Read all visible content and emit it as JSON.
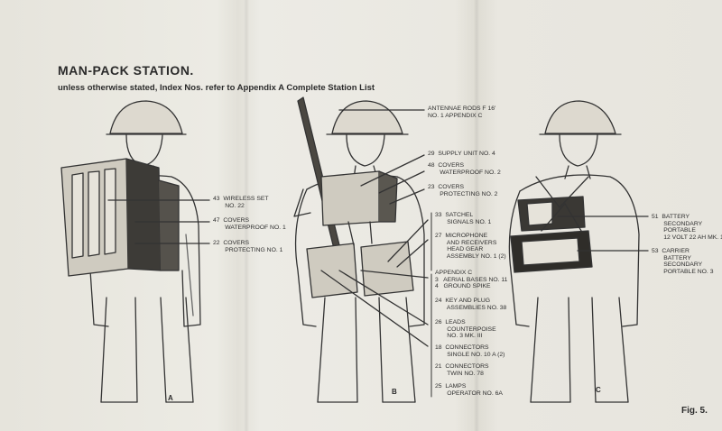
{
  "title": "MAN-PACK STATION.",
  "subtitle": "unless otherwise stated, Index Nos. refer to Appendix A Complete Station List",
  "figures": {
    "a": "A",
    "b": "B",
    "c": "C"
  },
  "figure_caption": "Fig. 5.",
  "callouts_a": [
    "43  WIRELESS SET\n       No. 22",
    "47  COVERS\n       WATERPROOF No. 1",
    "22  COVERS\n       PROTECTING No. 1"
  ],
  "callouts_b": [
    "ANTENNAE RODS F 16'\nNo. 1 APPENDIX C",
    "29  SUPPLY UNIT No. 4",
    "48  COVERS\n       WATERPROOF No. 2",
    "23  COVERS\n       PROTECTING No. 2",
    "33  SATCHEL\n       SIGNALS No. 1",
    "27  MICROPHONE\n       AND RECEIVERS\n       HEAD GEAR\n       ASSEMBLY No. 1 (2)",
    "APPENDIX C\n3   AERIAL BASES No. 11\n4   GROUND SPIKE",
    "24  KEY AND PLUG\n       ASSEMBLIES No. 38",
    "26  LEADS\n       COUNTERPOISE\n       No. 3 MK. III",
    "18  CONNECTORS\n       SINGLE No. 10 A (2)",
    "21  CONNECTORS\n       TWIN No. 78",
    "25  LAMPS\n       OPERATOR No. 6A"
  ],
  "callouts_c": [
    "51  BATTERY\n       SECONDARY\n       PORTABLE\n       12 VOLT 22 Ah MK. 1",
    "53  CARRIER\n       BATTERY\n       SECONDARY\n       PORTABLE No. 3"
  ]
}
